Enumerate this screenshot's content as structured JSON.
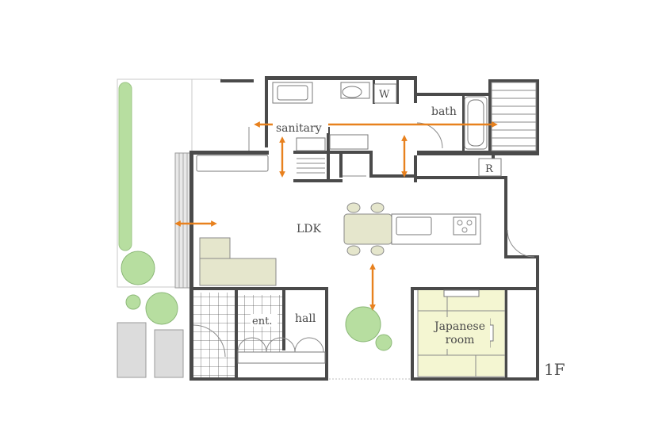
{
  "rooms": {
    "sanitary": "sanitary",
    "bath": "bath",
    "toilet": "W",
    "storage": "R",
    "ldk": "LDK",
    "entrance": "ent.",
    "hall": "hall",
    "japanese_room_line1": "Japanese",
    "japanese_room_line2": "room"
  },
  "floor": "1F",
  "colors": {
    "arrow": "#e8811e",
    "wall": "#4a4a4a",
    "tatami": "#f4f6d2",
    "furniture": "#e5e6cc",
    "tree": "#b7dea0",
    "paving": "#dcdcdc"
  }
}
